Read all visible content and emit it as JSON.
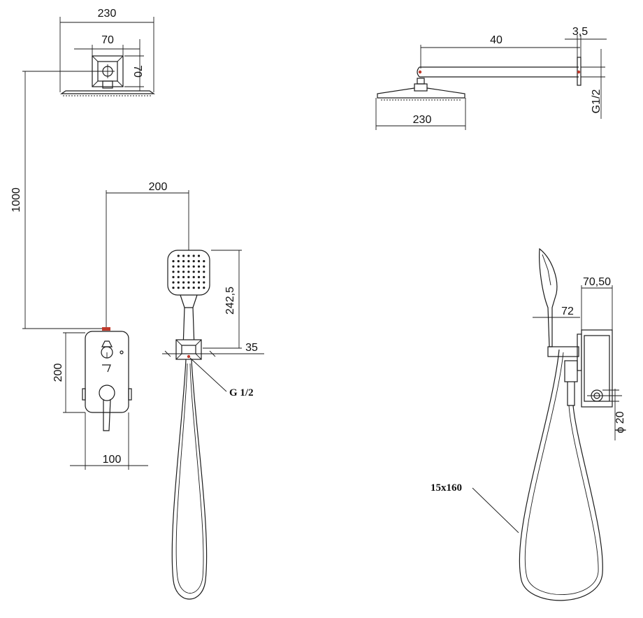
{
  "dimensions": {
    "top_head_width": "230",
    "top_mount_width": "70",
    "top_mount_height": "70",
    "head_arm_length": "40",
    "flange_thickness": "3,5",
    "thread": "G1/2",
    "side_head_width": "230",
    "height_to_mixer": "1000",
    "mixer_to_holder": "200",
    "hand_shower_length": "242,5",
    "holder_depth": "35",
    "mixer_height": "200",
    "mixer_width": "100",
    "holder_thread": "G 1/2",
    "hose_size": "15x160",
    "box_depth": "70,50",
    "handle_offset": "72",
    "outlet_diameter": "ϕ 20"
  },
  "colors": {
    "line": "#1a1a1a",
    "accent": "#c0392b",
    "background": "#ffffff"
  }
}
